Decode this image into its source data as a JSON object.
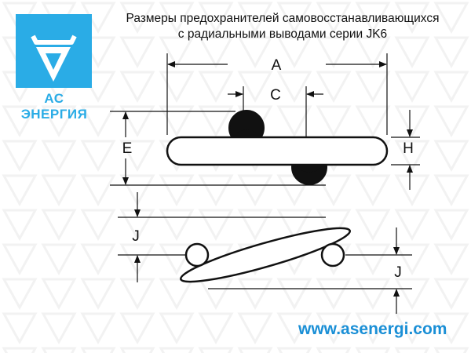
{
  "logo": {
    "text": "АС ЭНЕРГИЯ",
    "color": "#2aace6"
  },
  "title": {
    "line1": "Размеры предохранителей самовосстанавливающихся",
    "line2": "с радиальными выводами серии JK6"
  },
  "dimensions": {
    "a": "A",
    "c": "C",
    "e": "E",
    "h": "H",
    "j_left": "J",
    "j_right": "J"
  },
  "footer": {
    "url": "www.asenergi.com",
    "color": "#1a8fd6"
  }
}
